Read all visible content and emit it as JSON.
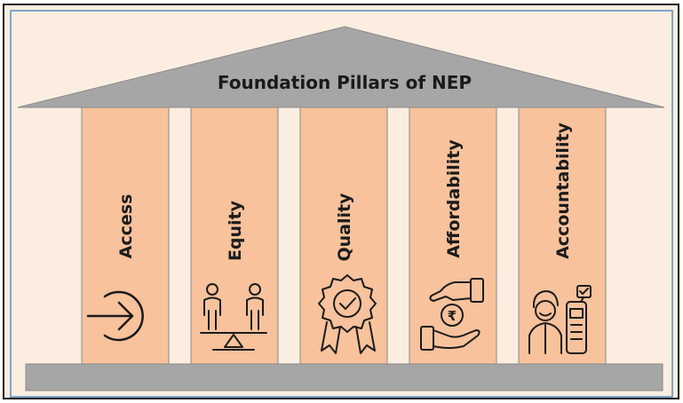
{
  "title": "Foundation Pillars of NEP",
  "pillars": [
    {
      "label": "Access",
      "icon": "arrow-circle-icon"
    },
    {
      "label": "Equity",
      "icon": "balance-people-icon"
    },
    {
      "label": "Quality",
      "icon": "quality-badge-icon"
    },
    {
      "label": "Affordability",
      "icon": "rupee-hands-icon"
    },
    {
      "label": "Accountability",
      "icon": "person-checklist-icon"
    }
  ],
  "colors": {
    "background": "#fbeee0",
    "roof": "#a6a6a6",
    "pillar": "#f7c29c",
    "base": "#a6a6a6",
    "outline": "#1b1b1b"
  }
}
